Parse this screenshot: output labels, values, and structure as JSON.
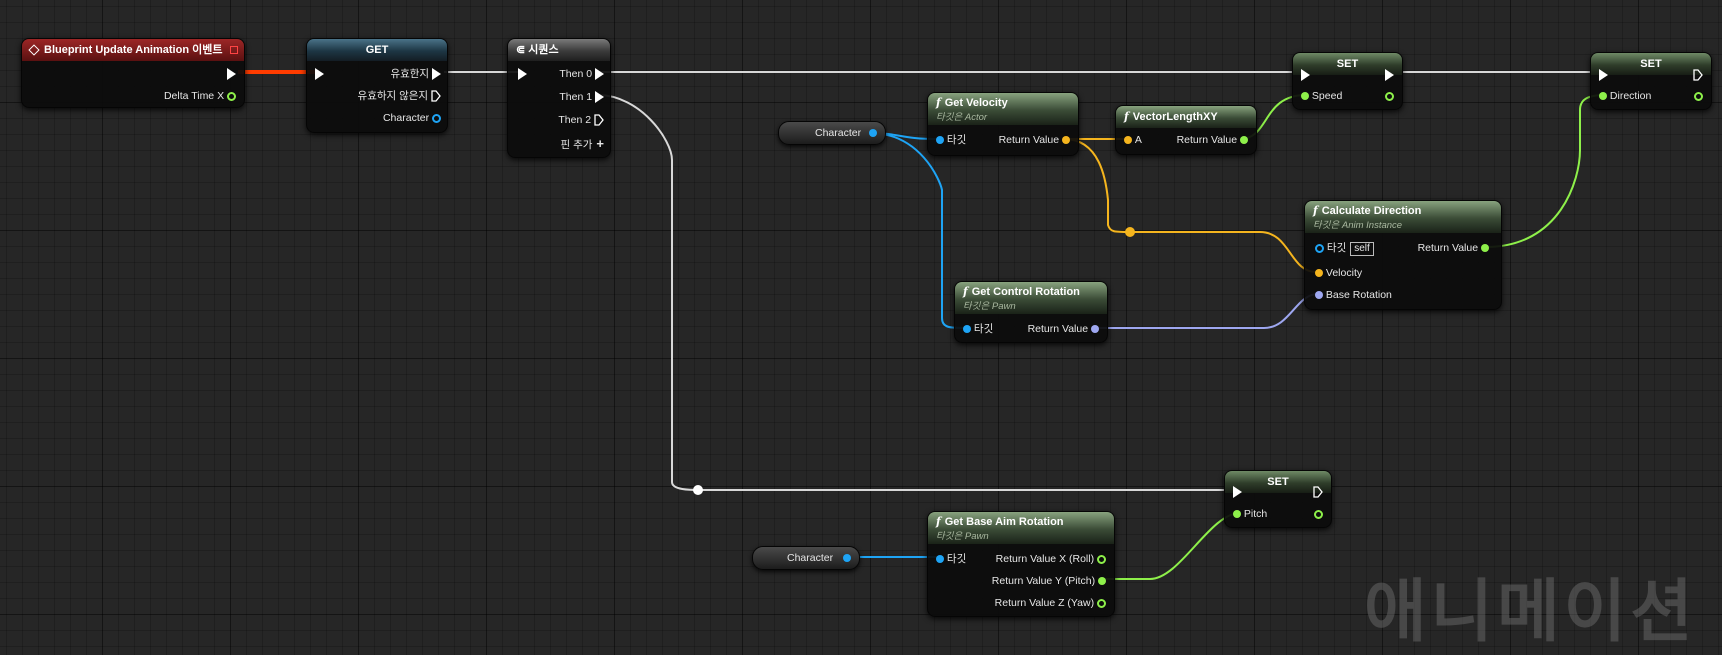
{
  "colors": {
    "exec": "#ffffff",
    "object": "#1ea4f5",
    "vector": "#f5b51e",
    "float": "#8ef04a",
    "rotator": "#9ea7f0",
    "event_wire": "#ff3c00"
  },
  "watermark": "애니메이션",
  "nodes": {
    "event": {
      "title": "Blueprint Update Animation 이벤트",
      "out_delta": "Delta Time X"
    },
    "get": {
      "title": "GET",
      "valid": "유효한지",
      "invalid": "유효하지 않은지",
      "character": "Character"
    },
    "sequence": {
      "title": "시퀀스",
      "then0": "Then 0",
      "then1": "Then 1",
      "then2": "Then 2",
      "add_pin": "핀 추가"
    },
    "character_var_1": {
      "label": "Character"
    },
    "character_var_2": {
      "label": "Character"
    },
    "get_velocity": {
      "title": "Get Velocity",
      "sub": "타깃은 Actor",
      "target": "타깃",
      "ret": "Return Value"
    },
    "vector_length_xy": {
      "title": "VectorLengthXY",
      "in_a": "A",
      "ret": "Return Value"
    },
    "set_speed": {
      "title": "SET",
      "pin": "Speed"
    },
    "set_direction": {
      "title": "SET",
      "pin": "Direction"
    },
    "calc_direction": {
      "title": "Calculate Direction",
      "sub": "타깃은 Anim Instance",
      "target": "타깃",
      "self": "self",
      "velocity": "Velocity",
      "base_rotation": "Base Rotation",
      "ret": "Return Value"
    },
    "get_control_rotation": {
      "title": "Get Control Rotation",
      "sub": "타깃은 Pawn",
      "target": "타깃",
      "ret": "Return Value"
    },
    "set_pitch": {
      "title": "SET",
      "pin": "Pitch"
    },
    "get_base_aim": {
      "title": "Get Base Aim Rotation",
      "sub": "타깃은 Pawn",
      "target": "타깃",
      "ret_x": "Return Value X (Roll)",
      "ret_y": "Return Value Y (Pitch)",
      "ret_z": "Return Value Z (Yaw)"
    }
  }
}
